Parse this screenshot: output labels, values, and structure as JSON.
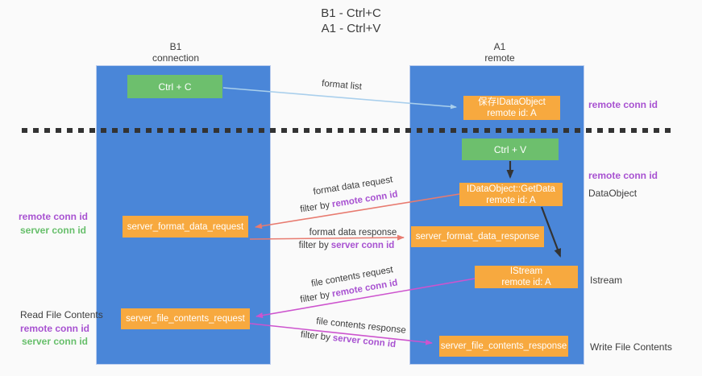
{
  "title": {
    "line1": "B1 - Ctrl+C",
    "line2": "A1 - Ctrl+V"
  },
  "lanes": {
    "left": {
      "name": "B1",
      "role": "connection"
    },
    "right": {
      "name": "A1",
      "role": "remote"
    }
  },
  "nodes": {
    "ctrl_c": {
      "label": "Ctrl + C"
    },
    "ctrl_v": {
      "label": "Ctrl + V"
    },
    "save_idataobject": {
      "line1": "保存IDataObject",
      "line2": "remote id: A"
    },
    "getdata": {
      "line1": "IDataObject::GetData",
      "line2": "remote id: A"
    },
    "istream": {
      "line1": "IStream",
      "line2": "remote id: A"
    },
    "format_request": {
      "label": "server_format_data_request"
    },
    "format_response": {
      "label": "server_format_data_response"
    },
    "file_request": {
      "label": "server_file_contents_request"
    },
    "file_response": {
      "label": "server_file_contents_response"
    }
  },
  "arrow_labels": {
    "format_list": "format list",
    "format_data_request": "format data request",
    "format_data_response": "format data response",
    "file_contents_request": "file contents request",
    "file_contents_response": "file contents response",
    "filter_by": "filter by",
    "remote_conn_id": "remote conn id",
    "server_conn_id": "server conn id"
  },
  "annotations": {
    "right_remote_conn_top": "remote conn id",
    "right_remote_conn_mid": "remote conn id",
    "dataobject": "DataObject",
    "istream": "Istream",
    "write_file_contents": "Write File Contents",
    "left_remote_conn_top": "remote conn id",
    "left_server_conn_top": "server conn id",
    "read_file_contents": "Read File Contents",
    "left_remote_conn_bottom": "remote conn id",
    "left_server_conn_bottom": "server conn id"
  },
  "colors": {
    "lane_blue": "#4a86d8",
    "box_green": "#6dbf6d",
    "box_orange": "#f7a93f",
    "purple_text": "#a852d1",
    "green_text": "#67bf6b",
    "arrow_blue": "#a9cfec",
    "arrow_red": "#e87b70",
    "arrow_magenta": "#cd54ce",
    "arrow_black": "#333333"
  }
}
